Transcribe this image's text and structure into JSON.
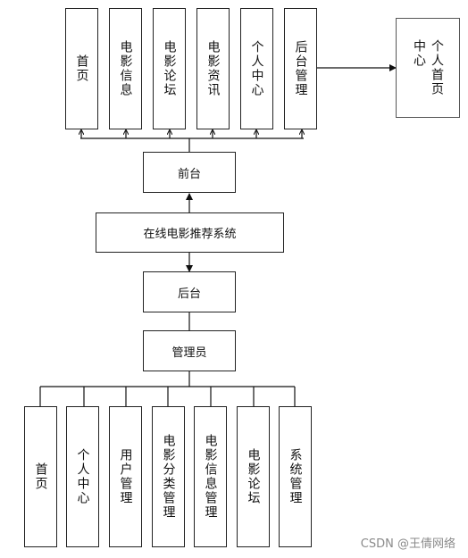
{
  "top_nodes": [
    "首页",
    "电影信息",
    "电影论坛",
    "电影资讯",
    "个人中心",
    "后台管理"
  ],
  "side_node": "个人首页中心",
  "frontend": "前台",
  "system": "在线电影推荐系统",
  "backend": "后台",
  "admin": "管理员",
  "bottom_nodes": [
    "首页",
    "个人中心",
    "用户管理",
    "电影分类管理",
    "电影信息管理",
    "电影论坛",
    "系统管理"
  ],
  "watermark": "CSDN @王倩网络"
}
